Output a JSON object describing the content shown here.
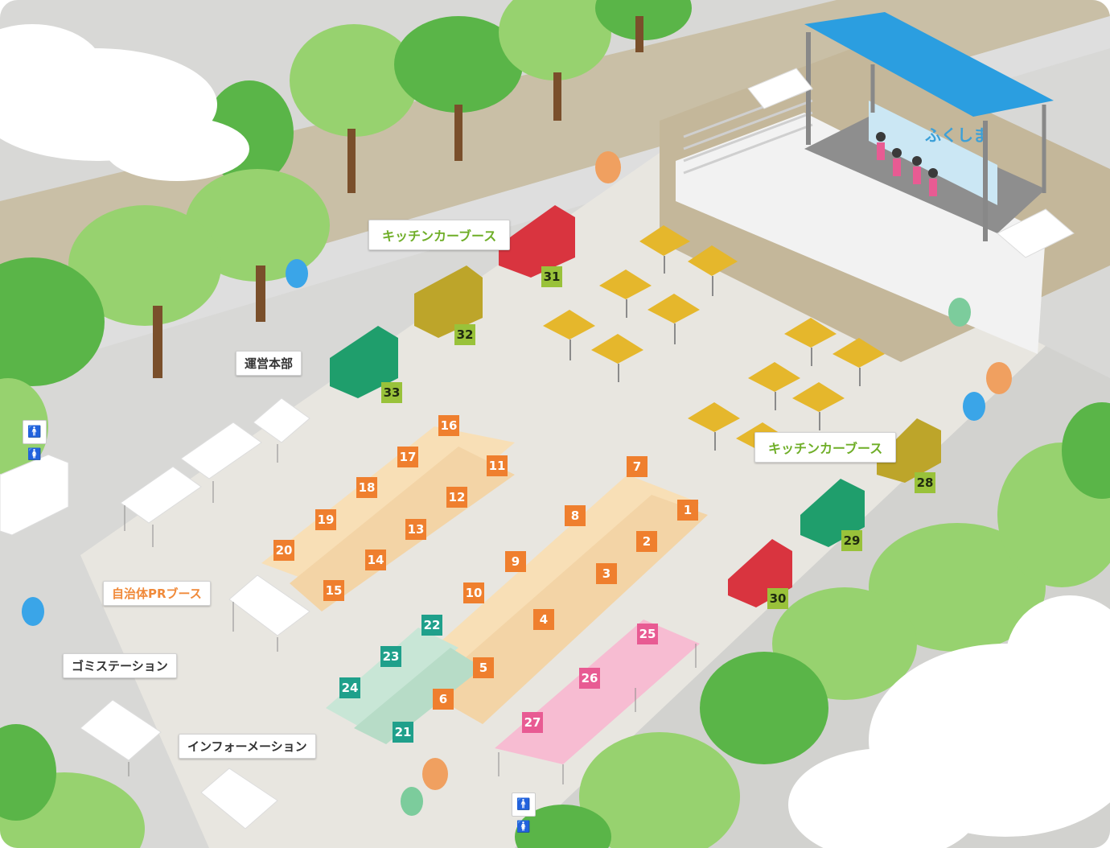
{
  "colors": {
    "road": "#c9bfa6",
    "sidewalk": "#d8d8d6",
    "plaza": "#e8e6e0",
    "tree_light": "#97d26f",
    "tree_dark": "#5ab548",
    "canopy_roof": "#2b9ee0",
    "food_booth": "#f8dfb6",
    "teal_booth": "#c8e6d6",
    "pink_booth": "#f7bcd2",
    "umbrella": "#e5b72c",
    "kitchen_label": "#6fae28",
    "pr_label": "#f08a3a"
  },
  "labels": {
    "kitchen_car_booth_top": "キッチンカーブース",
    "kitchen_car_booth_right": "キッチンカーブース",
    "headquarters": "運営本部",
    "pr_booth": "自治体PRブース",
    "garbage_station": "ゴミステーション",
    "information": "インフォーメーション"
  },
  "stage": {
    "banner_text": "ふくしま"
  },
  "restrooms": [
    {
      "men": "🚹",
      "women": "🚺"
    },
    {
      "men": "🚹",
      "women": "🚺"
    }
  ],
  "booths": {
    "b1": "1",
    "b2": "2",
    "b3": "3",
    "b4": "4",
    "b5": "5",
    "b6": "6",
    "b7": "7",
    "b8": "8",
    "b9": "9",
    "b10": "10",
    "b11": "11",
    "b12": "12",
    "b13": "13",
    "b14": "14",
    "b15": "15",
    "b16": "16",
    "b17": "17",
    "b18": "18",
    "b19": "19",
    "b20": "20",
    "b21": "21",
    "b22": "22",
    "b23": "23",
    "b24": "24",
    "b25": "25",
    "b26": "26",
    "b27": "27",
    "b28": "28",
    "b29": "29",
    "b30": "30",
    "b31": "31",
    "b32": "32",
    "b33": "33"
  }
}
